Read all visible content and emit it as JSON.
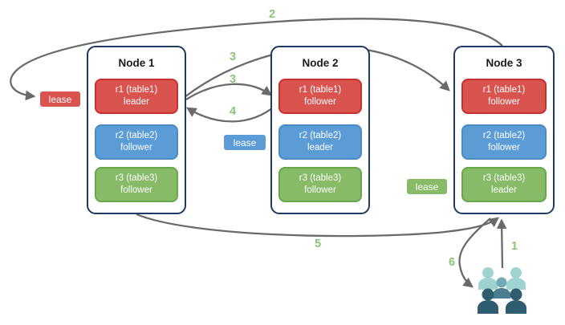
{
  "colors": {
    "background": "#ffffff",
    "node_border": "#1F3A60",
    "arrow": "#6A6A6A",
    "number_label": "#8CC575",
    "red_fill": "#D9534F",
    "red_border": "#C9302C",
    "blue_fill": "#5B9CD6",
    "blue_border": "#4A8BC2",
    "green_fill": "#87BB67",
    "green_border": "#68A74C",
    "users_light": "#9ED3D1",
    "users_mid_head": "#72AAB2",
    "users_mid_body": "#4C7E91",
    "users_dark": "#2E5D6F"
  },
  "nodes": [
    {
      "title": "Node 1",
      "replicas": [
        {
          "name": "r1 (table1)",
          "role": "leader",
          "color": "red"
        },
        {
          "name": "r2 (table2)",
          "role": "follower",
          "color": "blue"
        },
        {
          "name": "r3 (table3)",
          "role": "follower",
          "color": "green"
        }
      ]
    },
    {
      "title": "Node 2",
      "replicas": [
        {
          "name": "r1 (table1)",
          "role": "follower",
          "color": "red"
        },
        {
          "name": "r2 (table2)",
          "role": "leader",
          "color": "blue"
        },
        {
          "name": "r3 (table3)",
          "role": "follower",
          "color": "green"
        }
      ]
    },
    {
      "title": "Node 3",
      "replicas": [
        {
          "name": "r1 (table1)",
          "role": "follower",
          "color": "red"
        },
        {
          "name": "r2 (table2)",
          "role": "follower",
          "color": "blue"
        },
        {
          "name": "r3 (table3)",
          "role": "leader",
          "color": "green"
        }
      ]
    }
  ],
  "leases": [
    {
      "label": "lease",
      "color": "red"
    },
    {
      "label": "lease",
      "color": "blue"
    },
    {
      "label": "lease",
      "color": "green"
    }
  ],
  "step_labels": [
    {
      "label": "1"
    },
    {
      "label": "2"
    },
    {
      "label": "3"
    },
    {
      "label": "3"
    },
    {
      "label": "4"
    },
    {
      "label": "5"
    },
    {
      "label": "6"
    }
  ],
  "icons": {
    "clients": "users-group-icon"
  }
}
